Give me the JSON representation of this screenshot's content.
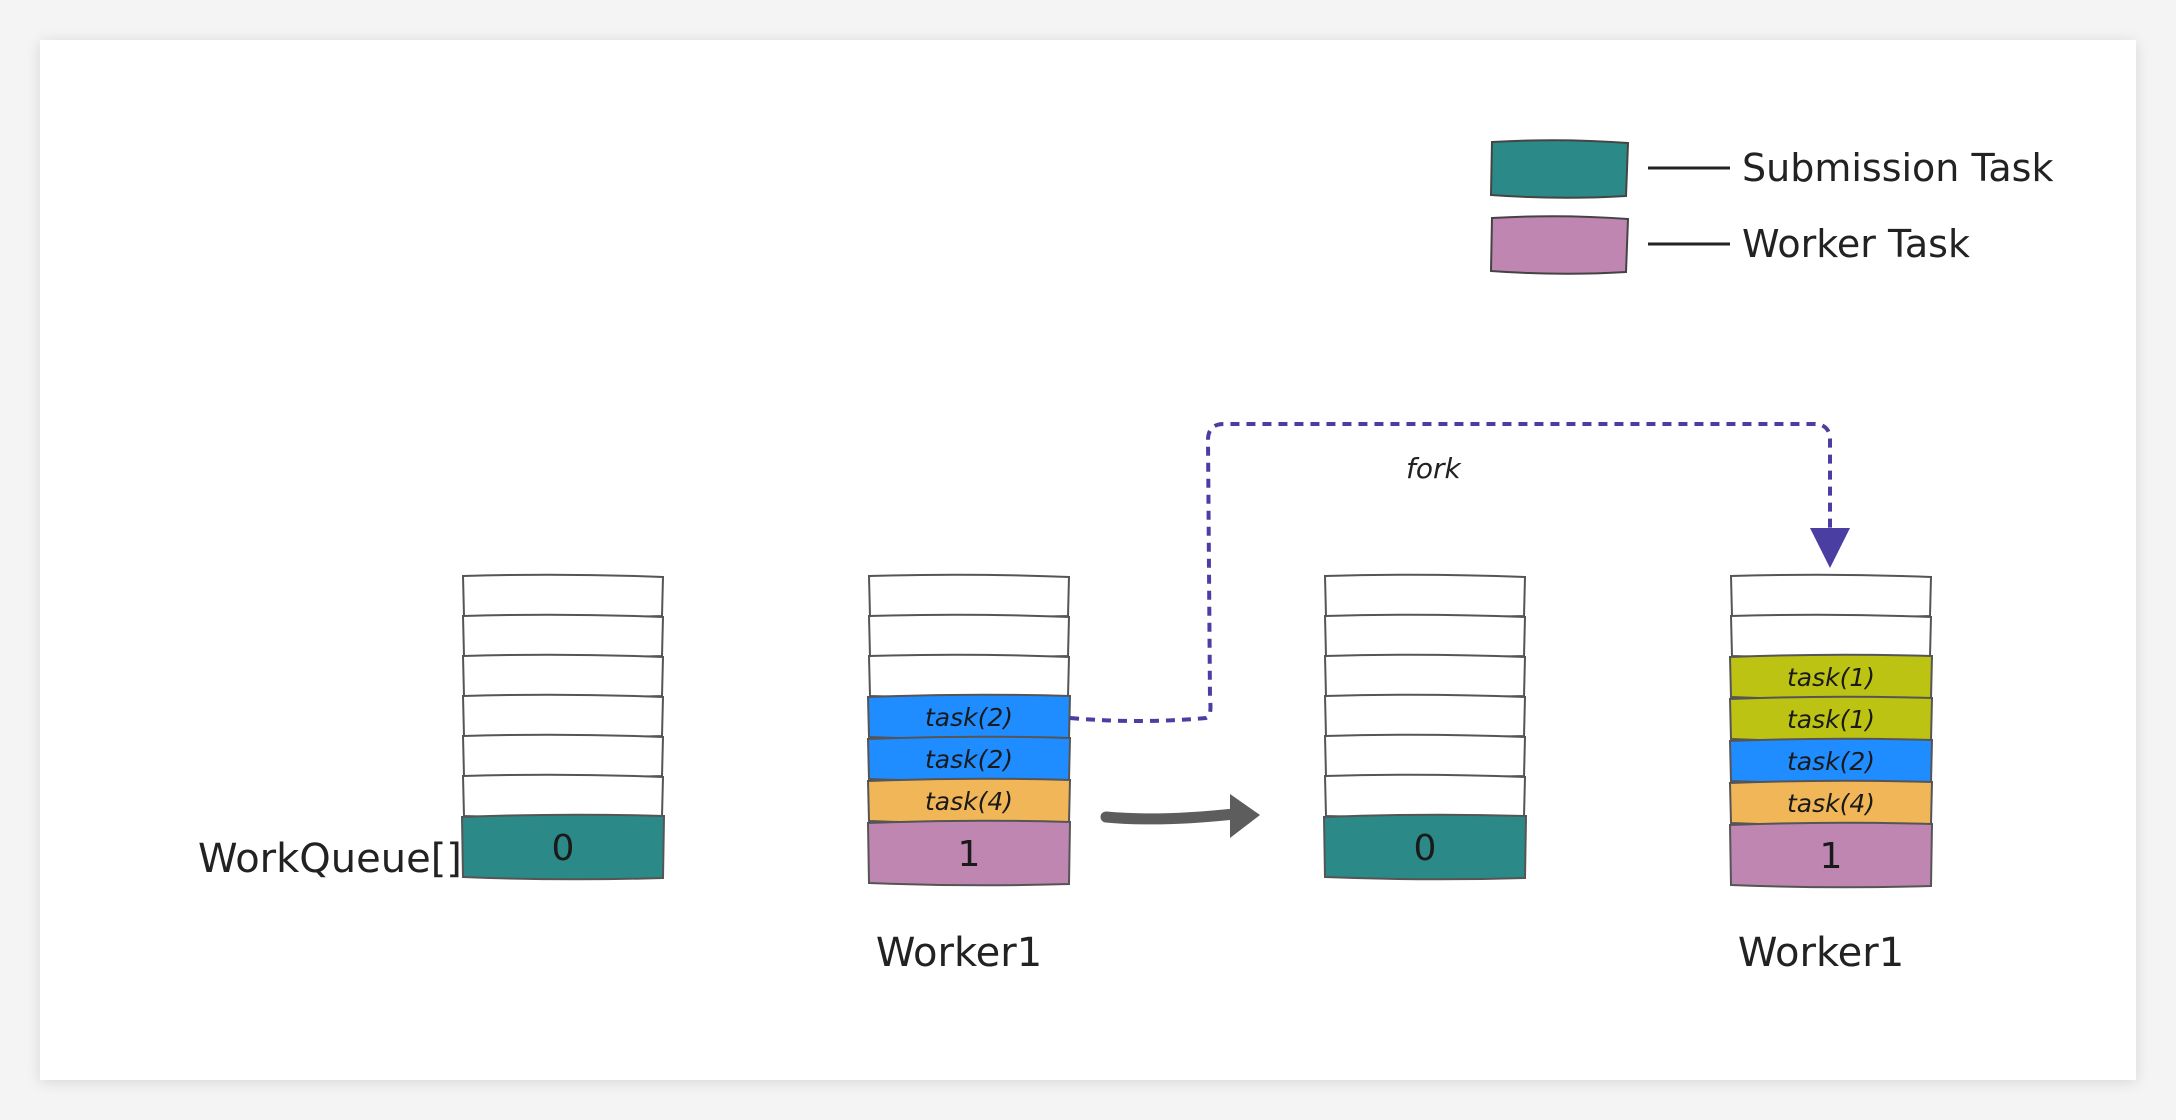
{
  "legend": {
    "items": [
      {
        "label": "Submission Task",
        "color": "#2b8a87"
      },
      {
        "label": "Worker Task",
        "color": "#be86b0"
      }
    ]
  },
  "queue_label": "WorkQueue[]",
  "fork_label": "fork",
  "colors": {
    "submission": "#2b8a87",
    "worker": "#be86b0",
    "task2": "#1f8cff",
    "task4": "#f1b657",
    "task1": "#bcc313",
    "arrow": "#5d5d5d",
    "fork_line": "#4b3ea3"
  },
  "stacks": [
    {
      "caption": "",
      "filled": [
        {
          "text": "0",
          "type": "submission"
        }
      ]
    },
    {
      "caption": "Worker1",
      "filled": [
        {
          "text": "task(2)",
          "type": "task2"
        },
        {
          "text": "task(2)",
          "type": "task2"
        },
        {
          "text": "task(4)",
          "type": "task4"
        },
        {
          "text": "1",
          "type": "worker"
        }
      ]
    },
    {
      "caption": "",
      "filled": [
        {
          "text": "0",
          "type": "submission"
        }
      ]
    },
    {
      "caption": "Worker1",
      "filled": [
        {
          "text": "task(1)",
          "type": "task1"
        },
        {
          "text": "task(1)",
          "type": "task1"
        },
        {
          "text": "task(2)",
          "type": "task2"
        },
        {
          "text": "task(4)",
          "type": "task4"
        },
        {
          "text": "1",
          "type": "worker"
        }
      ]
    }
  ]
}
